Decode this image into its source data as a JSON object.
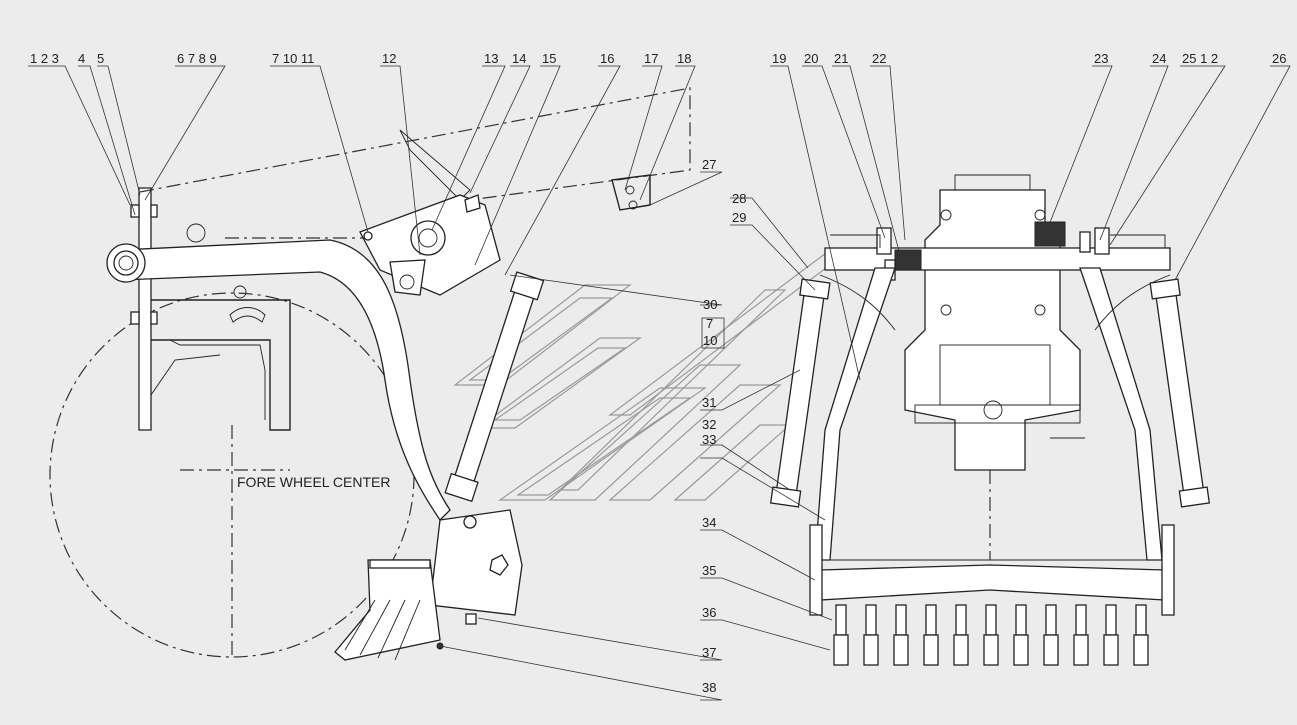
{
  "drawing": {
    "caption_wheel": "FORE WHEEL CENTER",
    "callouts": {
      "c1": "1 2 3",
      "c4": "4",
      "c5": "5",
      "c6": "6 7 8 9",
      "c7": "7 10 11",
      "c12": "12",
      "c13": "13",
      "c14": "14",
      "c15": "15",
      "c16": "16",
      "c17": "17",
      "c18": "18",
      "c19": "19",
      "c20": "20",
      "c21": "21",
      "c22": "22",
      "c23": "23",
      "c24": "24",
      "c25": "25 1 2",
      "c26": "26",
      "c27": "27",
      "c28": "28",
      "c29": "29",
      "c30": "30",
      "c30b": "7",
      "c30c": "10",
      "c31": "31",
      "c32": "32",
      "c33": "33",
      "c34": "34",
      "c35": "35",
      "c36": "36",
      "c37": "37",
      "c38": "38"
    },
    "colors": {
      "background": "#ececec",
      "line": "#222222",
      "part_fill": "#ffffff"
    }
  }
}
